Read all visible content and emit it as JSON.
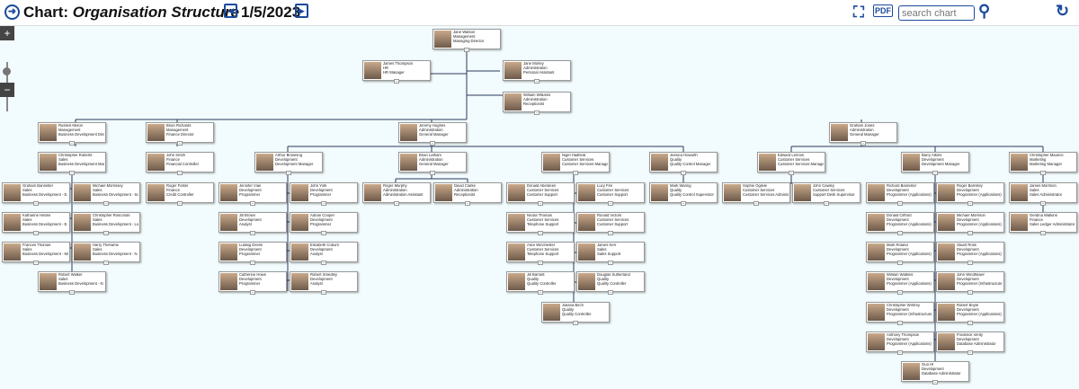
{
  "header": {
    "back_icon": "circle-arrow-right-icon",
    "title_prefix": "Chart:",
    "title_name": "Organisation Structure",
    "date": "1/5/2023",
    "search_placeholder": "search chart",
    "pdf_label": "PDF"
  },
  "zoom": {
    "plus": "+",
    "minus": "−"
  },
  "comment_icon": "comment-icon",
  "nodes": {
    "jane_watson": [
      "Jane Watson",
      "Management",
      "Managing Director"
    ],
    "james_thompson": [
      "James Thompson",
      "HR",
      "HR Manager"
    ],
    "jane_morley": [
      "Jane Morley",
      "Administration",
      "Personal Assistant"
    ],
    "william_williams": [
      "William Williams",
      "Administration",
      "Receptionist"
    ],
    "russell_allison": [
      "Russell Allison",
      "Management",
      "Business Development Director"
    ],
    "brian_richards": [
      "Brian Richards",
      "Management",
      "Finance Director"
    ],
    "jeremy_hughes": [
      "Jeremy Hughes",
      "Administration",
      "General Manager"
    ],
    "graham_jones": [
      "Graham Jones",
      "Administration",
      "General Manager"
    ],
    "christopher_roberts": [
      "Christopher Roberts",
      "Sales",
      "Business Development Manager"
    ],
    "graham_bannister": [
      "Graham Bannister",
      "Sales",
      "Business Development - E..."
    ],
    "michael_morrissey": [
      "Michael Morrissey",
      "Sales",
      "Business Development - Sc..."
    ],
    "katharine_hebris": [
      "Katharine Hebris",
      "Sales",
      "Business Development - E..."
    ],
    "christopher_rosconds": [
      "Christopher Rosconds",
      "Sales",
      "Business Development - Lo..."
    ],
    "frances_thomas": [
      "Frances Thomas",
      "Sales",
      "Business Development - Mi..."
    ],
    "harry_thehame": [
      "Harry Thehame",
      "Sales",
      "Business Development - N.E."
    ],
    "robert_walker": [
      "Robert Walker",
      "Sales",
      "Business Development - N.W."
    ],
    "john_smith": [
      "John Smith",
      "Finance",
      "Financial Controller"
    ],
    "roger_foster": [
      "Roger Foster",
      "Finance",
      "Credit Controller"
    ],
    "arthur_browning": [
      "Arthur Browning",
      "Development",
      "Development Manager"
    ],
    "jennifer_vian": [
      "Jennifer Vian",
      "Development",
      "Programmer"
    ],
    "john_york": [
      "John York",
      "Development",
      "Programmer"
    ],
    "jill_brown": [
      "Jill Brown",
      "Development",
      "Analyst"
    ],
    "adrian_cooper": [
      "Adrian Cooper",
      "Development",
      "Programmer"
    ],
    "ludwig_devlin": [
      "Ludwig Devlin",
      "Development",
      "Programmer"
    ],
    "elizabeth_coburn": [
      "Elizabeth Coburn",
      "Development",
      "Analyst"
    ],
    "catherine_howe": [
      "Catherine Howe",
      "Development",
      "Programmer"
    ],
    "robert_smedley": [
      "Robert Smedley",
      "Development",
      "Analyst"
    ],
    "brian_latham": [
      "Brian Latham",
      "Administration",
      "General Manager"
    ],
    "roger_murphy": [
      "Roger Murphy",
      "Administration",
      "Administration Assistant"
    ],
    "david_clarke": [
      "David Clarke",
      "Administration",
      "Receptionist"
    ],
    "nigel_hadfield": [
      "Nigel Hadfield",
      "Customer Services",
      "Customer Services Manager"
    ],
    "donald_aberdeen": [
      "Donald Aberdeen",
      "Customer Services",
      "Customer Support"
    ],
    "lucy_fire": [
      "Lucy Fire",
      "Customer Services",
      "Customer Support"
    ],
    "nicola_thomas": [
      "Nicola Thomas",
      "Customer Services",
      "Telephone Support"
    ],
    "ronald_victors": [
      "Ronald Victors",
      "Customer Services",
      "Customer Support"
    ],
    "alice_winchester": [
      "Alice Winchester",
      "Customer Services",
      "Telephone Support"
    ],
    "james_kerr": [
      "James Kerr",
      "Sales",
      "Sales Support"
    ],
    "jill_barnett": [
      "Jill Barnett",
      "Quality",
      "Quality Controller"
    ],
    "douglas_sutherland": [
      "Douglas Sutherland",
      "Quality",
      "Quality Controller"
    ],
    "juliana_birch": [
      "Juliana Birch",
      "Quality",
      "Quality Controller"
    ],
    "jessica_howarth": [
      "Jessica Howarth",
      "Quality",
      "Quality Control Manager"
    ],
    "mark_waring": [
      "Mark Waring",
      "Quality",
      "Quality Control Supervisor"
    ],
    "edward_lennon": [
      "Edward Lennon",
      "Customer Services",
      "Customer Services Manager"
    ],
    "sophie_ogilvie": [
      "Sophie Ogilvie",
      "Customer Services",
      "Customer Services Administrator"
    ],
    "john_cawley": [
      "John Cawley",
      "Customer Services",
      "Support Desk Supervisor"
    ],
    "barry_atkins": [
      "Barry Atkins",
      "Development",
      "Development Manager"
    ],
    "richard_bannister": [
      "Richard Bannister",
      "Development",
      "Programmer (Applications)"
    ],
    "roger_barnsley": [
      "Roger Barnsley",
      "Development",
      "Programmer (Applications)"
    ],
    "donald_clifford": [
      "Donald Clifford",
      "Development",
      "Programmer (Applications)"
    ],
    "michael_morrison": [
      "Michael Morrison",
      "Development",
      "Programmer (Applications)"
    ],
    "mark_roland": [
      "Mark Roland",
      "Development",
      "Programmer (Applications)"
    ],
    "stuart_ross": [
      "Stuart Ross",
      "Development",
      "Programmer (Applications)"
    ],
    "william_watkins": [
      "William Watkins",
      "Development",
      "Programmer (Applications)"
    ],
    "john_windflower": [
      "John Windflower",
      "Development",
      "Programmer (Infrastructure)"
    ],
    "christopher_winfrey": [
      "Christopher Winfrey",
      "Development",
      "Programmer (Infrastructure)"
    ],
    "robert_boyle": [
      "Robert Boyle",
      "Development",
      "Programmer (Applications)"
    ],
    "anthony_thompson": [
      "Anthony Thompson",
      "Development",
      "Programmer (Applications)"
    ],
    "frederick_verity": [
      "Frederick Verity",
      "Development",
      "Database Administrator"
    ],
    "guo_hi": [
      "Guo HI",
      "Development",
      "Database Administrator"
    ],
    "christopher_maurice": [
      "Christopher Maurice",
      "Marketing",
      "Marketing Manager"
    ],
    "james_morrison": [
      "James Morrison",
      "Sales",
      "Sales Administrator"
    ],
    "gerdina_watkins": [
      "Gerdina Watkins",
      "Finance",
      "Sales Ledger Administrator"
    ]
  }
}
